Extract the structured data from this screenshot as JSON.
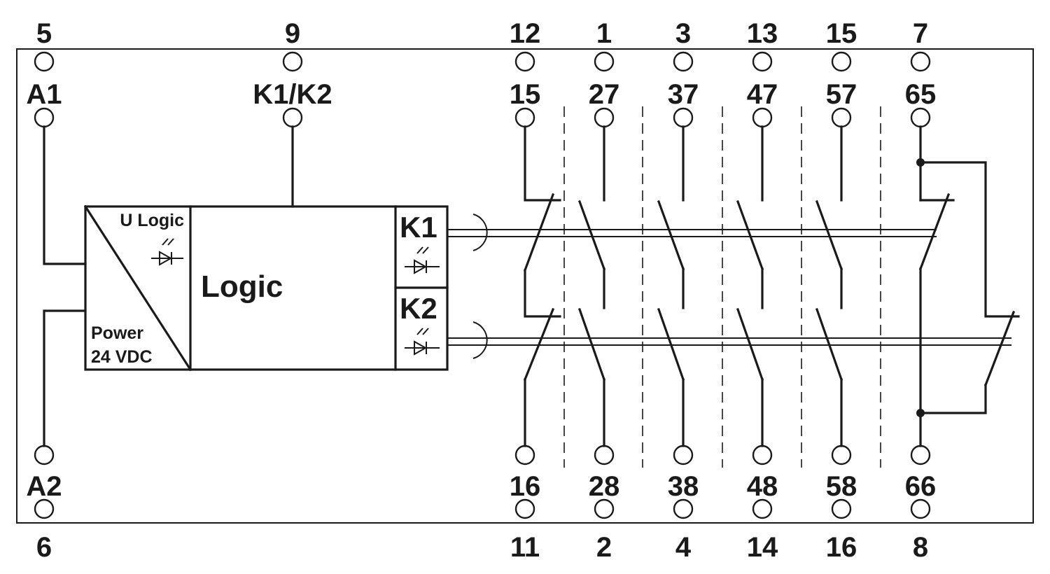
{
  "terminals": {
    "t5": "5",
    "ta1": "A1",
    "t9": "9",
    "tk1k2": "K1/K2",
    "ta2": "A2",
    "t6": "6",
    "top_outer": [
      "12",
      "1",
      "3",
      "13",
      "15",
      "7"
    ],
    "top_inner": [
      "15",
      "27",
      "37",
      "47",
      "57",
      "65"
    ],
    "bot_inner": [
      "16",
      "28",
      "38",
      "48",
      "58",
      "66"
    ],
    "bot_outer": [
      "11",
      "2",
      "4",
      "14",
      "16",
      "8"
    ]
  },
  "module": {
    "u_logic": "U Logic",
    "power": "Power",
    "voltage": "24 VDC",
    "logic": "Logic",
    "k1": "K1",
    "k2": "K2"
  }
}
